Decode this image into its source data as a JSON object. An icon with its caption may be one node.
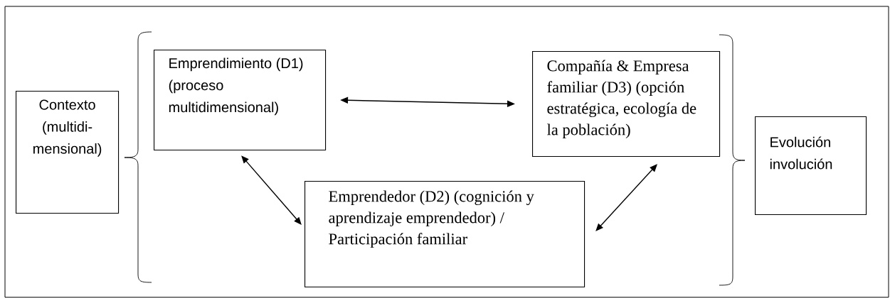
{
  "diagram": {
    "nodes": [
      {
        "text": [
          "Contexto (multidi- mensional)"
        ]
      },
      {
        "text": [
          "Emprendimiento (D1) (proceso multidimensional)"
        ]
      },
      {
        "text": [
          "Compañía & Empresa familiar (D3) (opción estratégica, ecología de la población)"
        ]
      },
      {
        "text": [
          "Emprendedor (D2) (cognición y aprendizaje emprendedor) / Participación familiar"
        ]
      },
      {
        "text": [
          "Evolución involución"
        ]
      }
    ],
    "edges": [
      {
        "from": 1,
        "to": 2,
        "arrow": "both"
      },
      {
        "from": 1,
        "to": 3,
        "arrow": "both"
      },
      {
        "from": 3,
        "to": 2,
        "arrow": "both"
      }
    ]
  }
}
